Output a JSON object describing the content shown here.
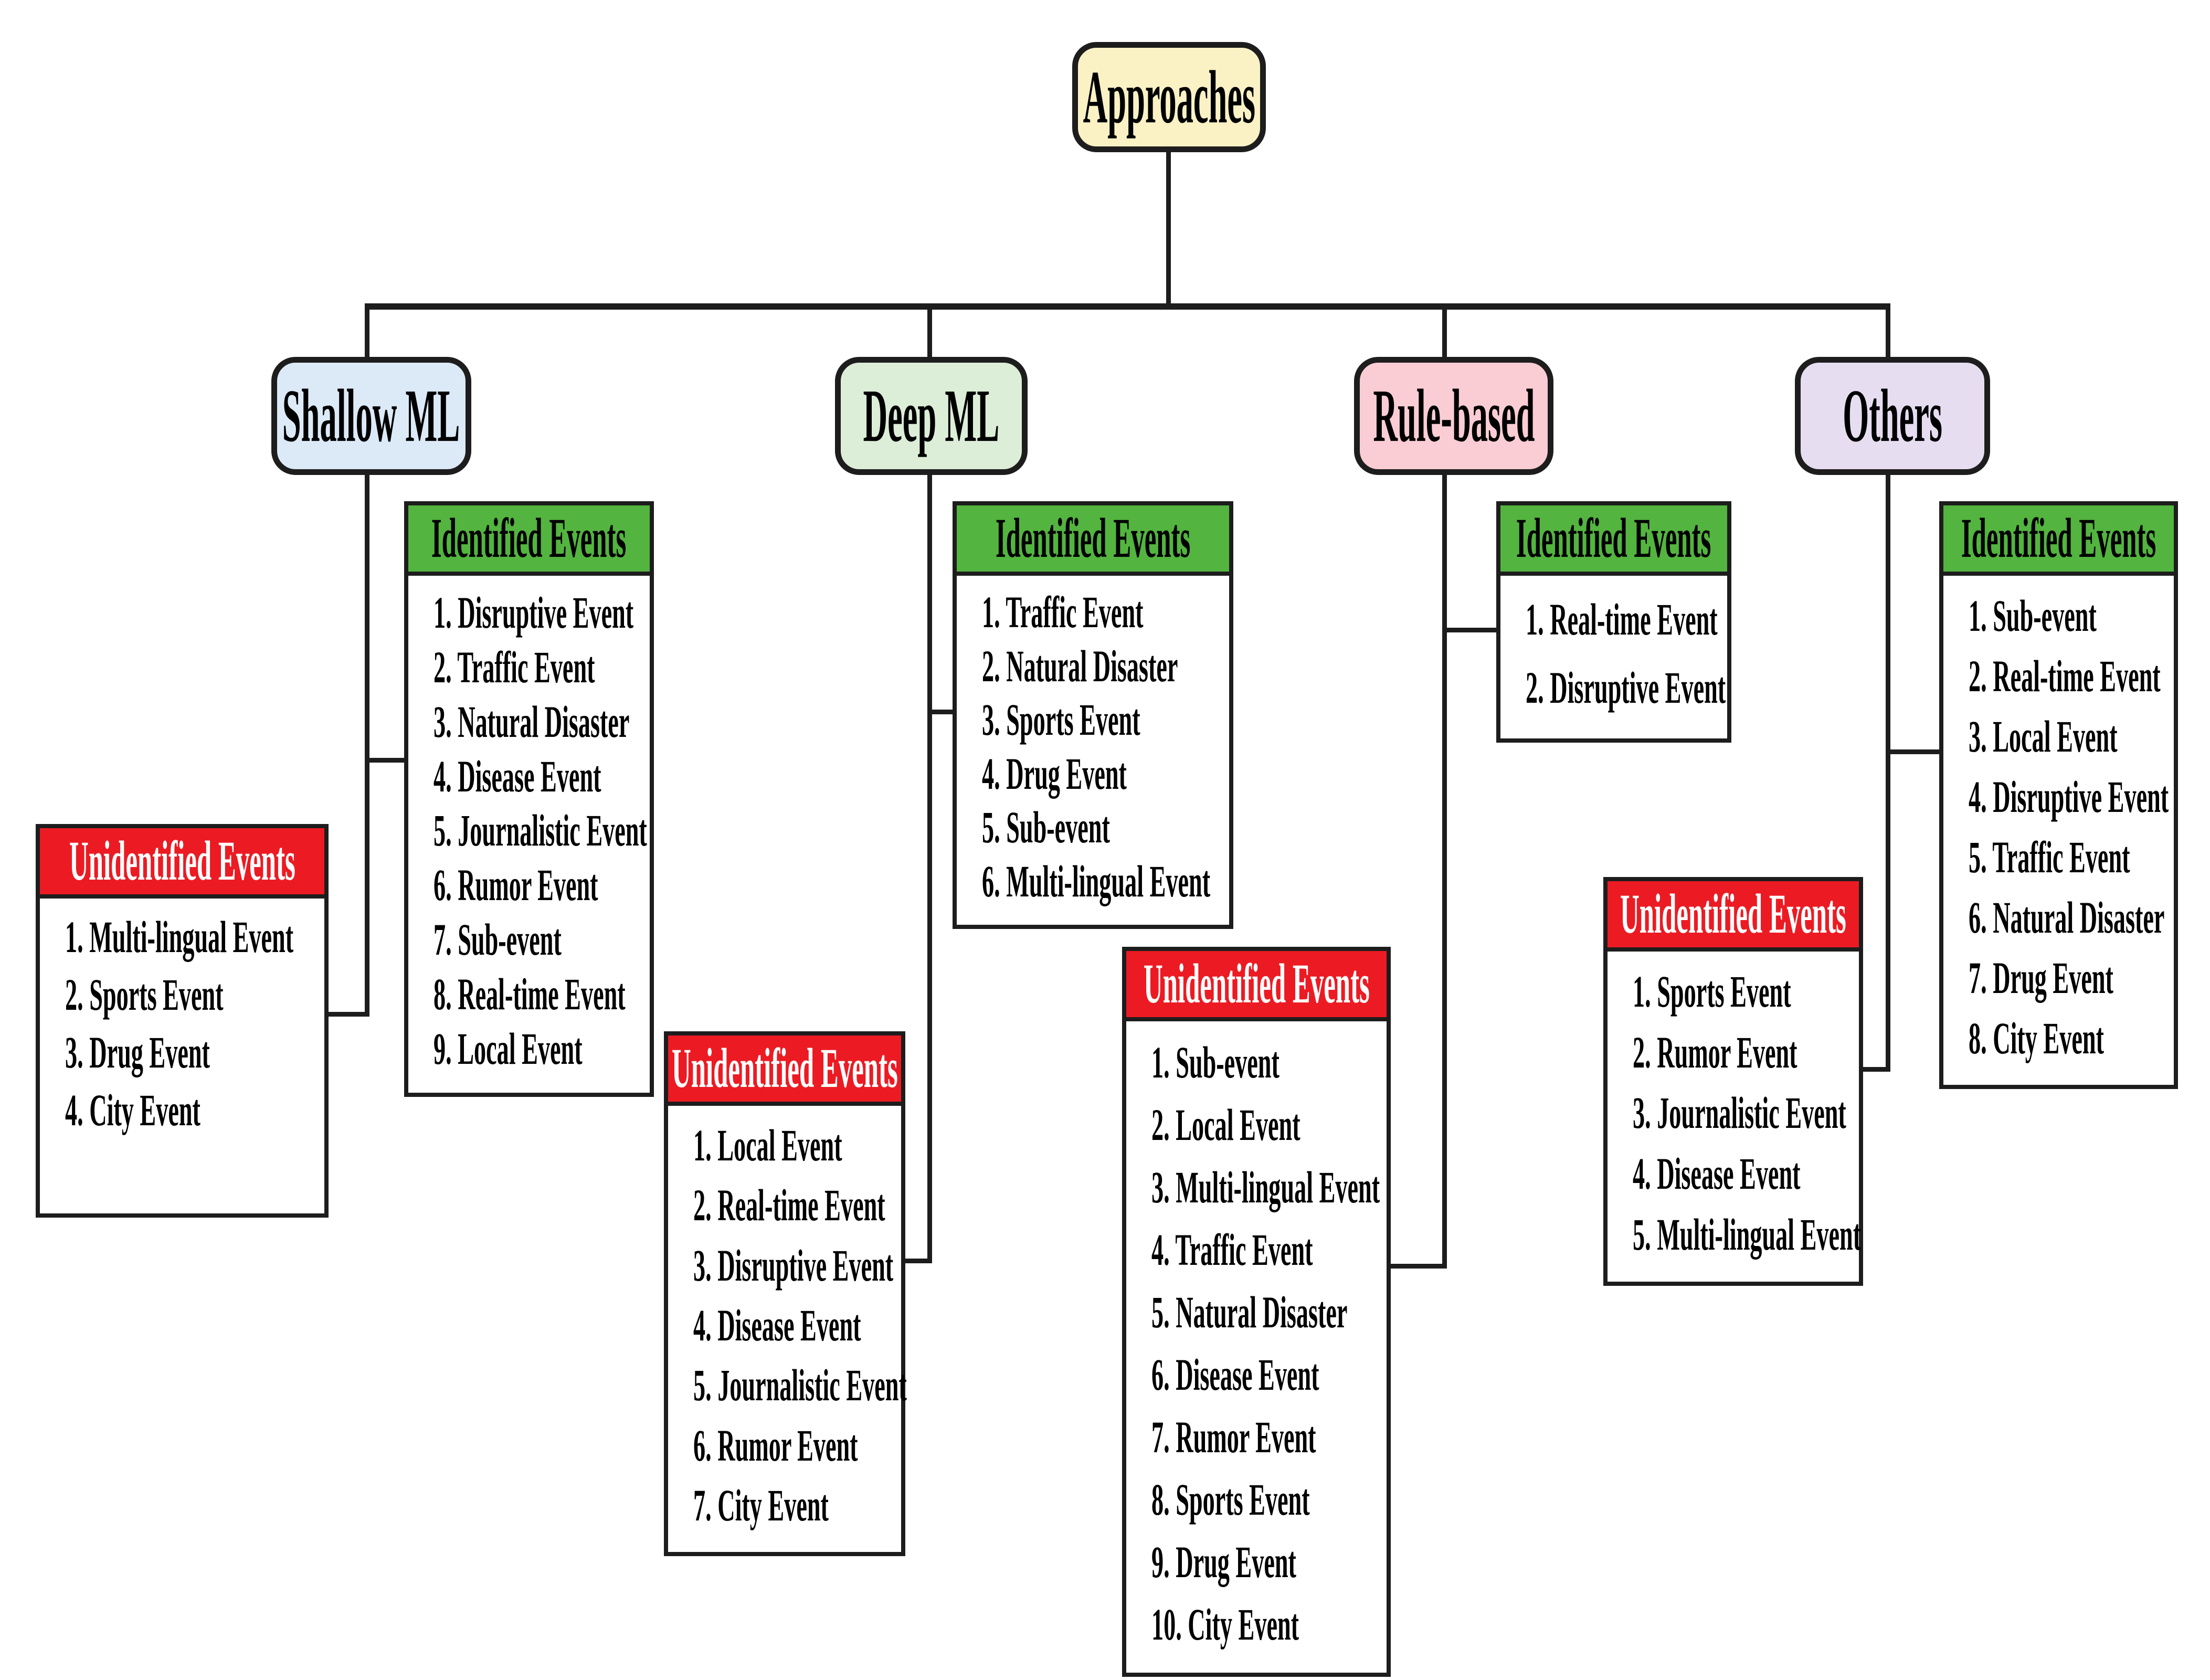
{
  "root": {
    "label": "Approaches"
  },
  "colors": {
    "root_fill": "#FAF1C5",
    "shallow_fill": "#DCE9F7",
    "deep_fill": "#DCEDD8",
    "rule_fill": "#F9CDD3",
    "others_fill": "#E7DDF1",
    "identified_header": "#53B43F",
    "unidentified_header": "#EC1B23",
    "line": "#1D1D1D"
  },
  "branches": [
    {
      "label": "Shallow ML",
      "identified": {
        "title": "Identified Events",
        "items": [
          "1. Disruptive Event",
          "2. Traffic Event",
          "3. Natural Disaster",
          "4. Disease Event",
          "5. Journalistic Event",
          "6. Rumor Event",
          "7. Sub-event",
          "8. Real-time Event",
          "9. Local Event"
        ]
      },
      "unidentified": {
        "title": "Unidentified Events",
        "items": [
          "1. Multi-lingual Event",
          "2. Sports Event",
          "3. Drug Event",
          "4. City Event"
        ]
      }
    },
    {
      "label": "Deep ML",
      "identified": {
        "title": "Identified Events",
        "items": [
          "1. Traffic Event",
          "2. Natural Disaster",
          "3. Sports Event",
          "4. Drug Event",
          "5. Sub-event",
          "6. Multi-lingual Event"
        ]
      },
      "unidentified": {
        "title": "Unidentified Events",
        "items": [
          "1. Local Event",
          "2. Real-time Event",
          "3. Disruptive Event",
          "4. Disease Event",
          "5. Journalistic Event",
          "6. Rumor Event",
          "7. City Event"
        ]
      }
    },
    {
      "label": "Rule-based",
      "identified": {
        "title": "Identified Events",
        "items": [
          "1. Real-time Event",
          "2. Disruptive Event"
        ]
      },
      "unidentified": {
        "title": "Unidentified Events",
        "items": [
          "1. Sub-event",
          "2. Local Event",
          "3. Multi-lingual Event",
          "4. Traffic Event",
          "5. Natural Disaster",
          "6. Disease Event",
          "7. Rumor Event",
          "8. Sports Event",
          "9. Drug Event",
          "10. City Event"
        ]
      }
    },
    {
      "label": "Others",
      "identified": {
        "title": "Identified Events",
        "items": [
          "1. Sub-event",
          "2. Real-time Event",
          "3. Local Event",
          "4. Disruptive Event",
          "5. Traffic Event",
          "6. Natural Disaster",
          "7. Drug Event",
          "8. City Event"
        ]
      },
      "unidentified": {
        "title": "Unidentified Events",
        "items": [
          "1. Sports Event",
          "2. Rumor Event",
          "3. Journalistic Event",
          "4. Disease Event",
          "5. Multi-lingual Event"
        ]
      }
    }
  ]
}
